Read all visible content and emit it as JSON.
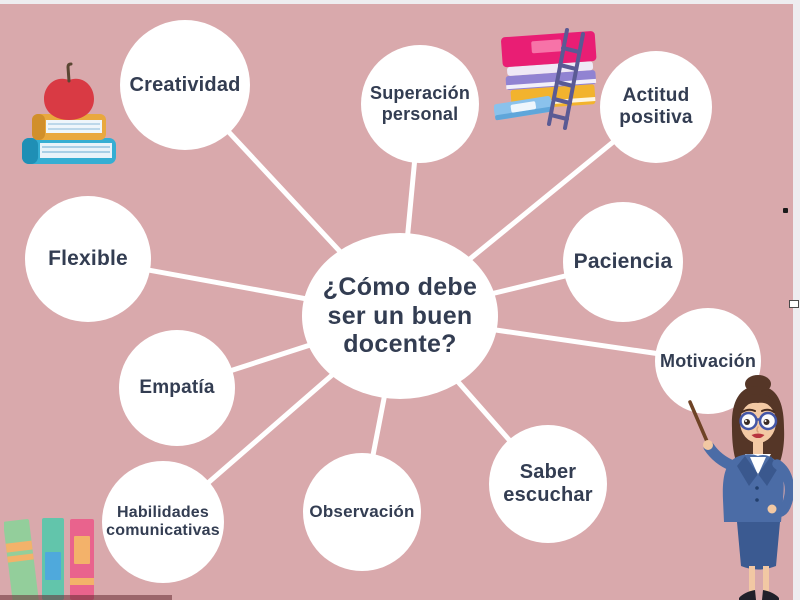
{
  "diagram": {
    "type": "mind-map",
    "center": {
      "label": "¿Cómo debe ser un buen docente?"
    },
    "nodes": [
      {
        "id": "creatividad",
        "label": "Creatividad"
      },
      {
        "id": "superacion-personal",
        "label": "Superación personal"
      },
      {
        "id": "actitud-positiva",
        "label": "Actitud positiva"
      },
      {
        "id": "paciencia",
        "label": "Paciencia"
      },
      {
        "id": "motivacion",
        "label": "Motivación"
      },
      {
        "id": "saber-escuchar",
        "label": "Saber escuchar"
      },
      {
        "id": "observacion",
        "label": "Observación"
      },
      {
        "id": "habilidades-comunicativas",
        "label": "Habilidades comunicativas"
      },
      {
        "id": "empatia",
        "label": "Empatía"
      },
      {
        "id": "flexible",
        "label": "Flexible"
      }
    ],
    "decorations": [
      "apple-on-books-illustration",
      "book-stack-with-ladder-illustration",
      "bookshelf-spines-illustration",
      "teacher-cartoon-illustration",
      "cursor-dot",
      "ui-square-handle"
    ],
    "colors": {
      "background": "#d9a9ac",
      "page_edge": "#eeedf0",
      "node_fill": "#ffffff",
      "text": "#333d52",
      "connector": "#ffffff",
      "apple_red": "#d93a44",
      "book_blue": "#35aed3",
      "book_yellow": "#f2b32e",
      "book_magenta": "#e91e74",
      "book_purple": "#9183d2",
      "spine_green": "#93ce9b",
      "spine_teal": "#62c5ab",
      "spine_pink": "#e9638d",
      "blazer_blue": "#4b6ca6",
      "skirt_blue": "#3b5a91",
      "hair_brown": "#553627"
    }
  }
}
